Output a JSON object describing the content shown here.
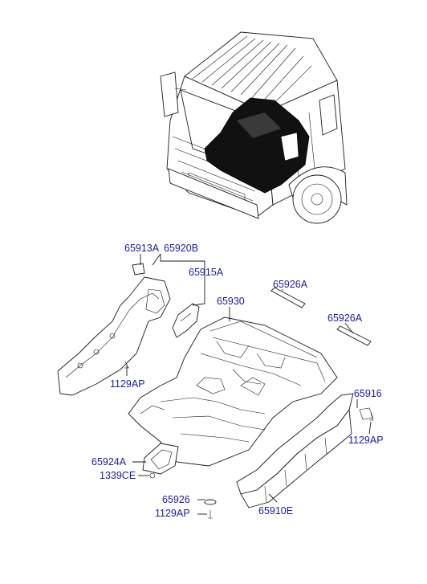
{
  "labels": {
    "p65913A": "65913A",
    "p65920B": "65920B",
    "p65915A": "65915A",
    "p65926A_1": "65926A",
    "p65930": "65930",
    "p65926A_2": "65926A",
    "p1129AP_1": "1129AP",
    "p65916": "65916",
    "p1129AP_2": "1129AP",
    "p65924A": "65924A",
    "p1339CE": "1339CE",
    "p65926": "65926",
    "p1129AP_3": "1129AP",
    "p65910E": "65910E"
  },
  "colors": {
    "label": "#1a1aa8",
    "line": "#1a1a1a",
    "highlight": "#111111"
  }
}
